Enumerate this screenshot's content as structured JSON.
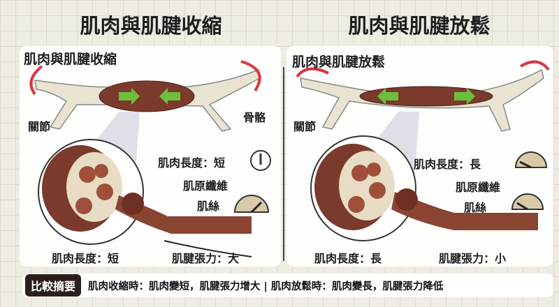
{
  "titles": {
    "left": "肌肉與肌腱收縮",
    "right": "肌肉與肌腱放鬆"
  },
  "left": {
    "subtitle": "肌肉與肌腱收縮",
    "joint": "關節",
    "bone": "骨骼",
    "muscle_length_top": "肌肉長度：短",
    "myofibril": "肌原纖維",
    "myofilament": "肌絲",
    "muscle_length_bottom": "肌肉長度：短",
    "tendon_tension": "肌腱張力：大",
    "gauge_length_level": 0.5,
    "gauge_tension_level": 0.8
  },
  "right": {
    "subtitle": "肌肉與肌腱放鬆",
    "joint": "關節",
    "muscle_length_top": "肌肉長度：長",
    "myofibril": "肌原纖維",
    "myofilament": "肌絲",
    "muscle_length_bottom": "肌肉長度：長",
    "tendon_tension": "肌腱張力：小",
    "gauge_length_level": 0.15,
    "gauge_tension_level": 0.2
  },
  "summary": {
    "badge": "比較摘要",
    "text": "肌肉收縮時：肌肉變短，肌腱張力增大 | 肌肉放鬆時：肌肉變長，肌腱張力降低"
  },
  "colors": {
    "muscle": "#7a3a2c",
    "bone": "#e9e4d2",
    "arrow_green": "#6cbf3a",
    "arrow_red": "#d9363e"
  }
}
